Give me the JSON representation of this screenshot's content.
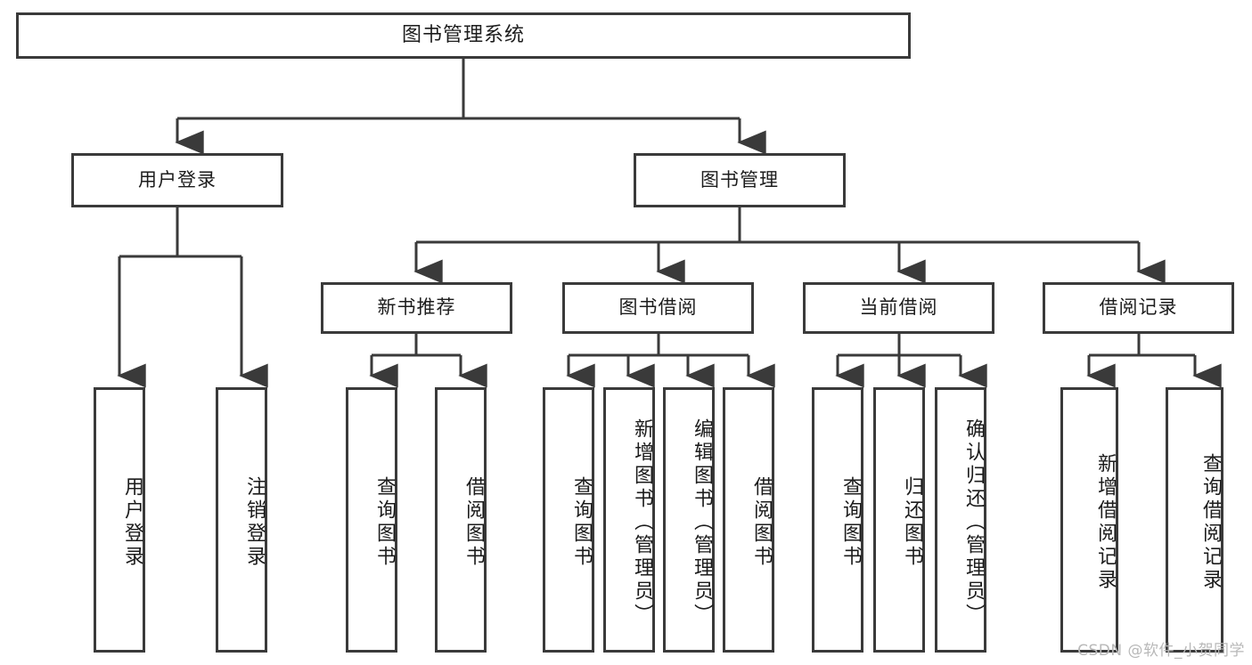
{
  "diagram": {
    "title": "图书管理系统",
    "type": "tree-hierarchy-diagram",
    "colors": {
      "background": "#ffffff",
      "box_border": "#3a3a3a",
      "box_fill": "#ffffff",
      "connector": "#3a3a3a",
      "text": "#1c1c1c",
      "watermark": "#b8b8b8"
    },
    "root": {
      "label": "图书管理系统"
    },
    "level2": [
      {
        "key": "user_login",
        "label": "用户登录"
      },
      {
        "key": "book_manage",
        "label": "图书管理"
      }
    ],
    "level3": [
      {
        "key": "new_book_recommend",
        "label": "新书推荐"
      },
      {
        "key": "book_borrow",
        "label": "图书借阅"
      },
      {
        "key": "current_borrow",
        "label": "当前借阅"
      },
      {
        "key": "borrow_record",
        "label": "借阅记录"
      }
    ],
    "leaves": {
      "user_login": [
        {
          "label": "用户登录"
        },
        {
          "label": "注销登录"
        }
      ],
      "new_book_recommend": [
        {
          "label": "查询图书"
        },
        {
          "label": "借阅图书"
        }
      ],
      "book_borrow": [
        {
          "label": "查询图书"
        },
        {
          "label": "新增图书（管理员）"
        },
        {
          "label": "编辑图书（管理员）"
        },
        {
          "label": "借阅图书"
        }
      ],
      "current_borrow": [
        {
          "label": "查询图书"
        },
        {
          "label": "归还图书"
        },
        {
          "label": "确认归还（管理员）"
        }
      ],
      "borrow_record": [
        {
          "label": "新增借阅记录"
        },
        {
          "label": "查询借阅记录"
        }
      ]
    },
    "watermark": "CSDN @软件_小贺同学"
  }
}
